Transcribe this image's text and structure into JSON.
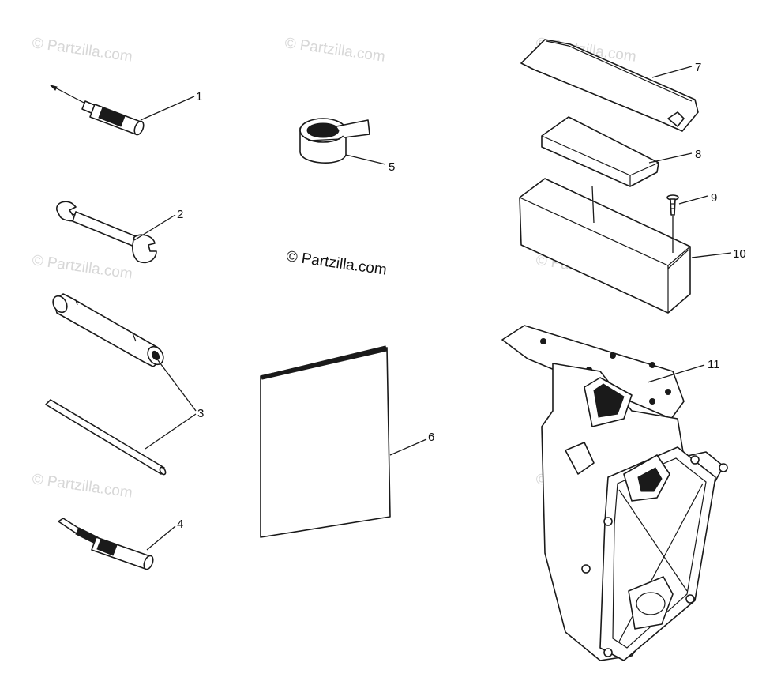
{
  "watermark": {
    "text": "© Partzilla.com",
    "main_text": "© Partzilla.com"
  },
  "callouts": [
    "1",
    "2",
    "3",
    "4",
    "5",
    "6",
    "7",
    "8",
    "9",
    "10",
    "11"
  ],
  "colors": {
    "line": "#1a1a1a",
    "watermark": "#d7d7d7",
    "background": "#ffffff"
  }
}
